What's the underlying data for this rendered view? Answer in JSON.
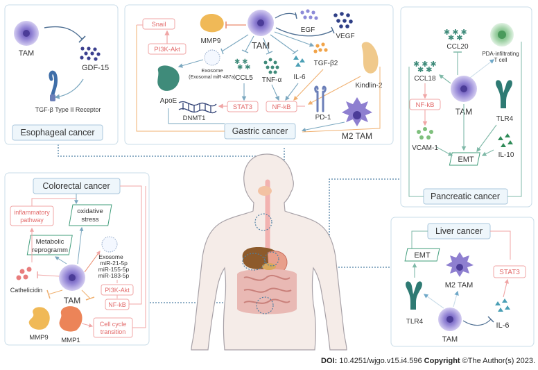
{
  "panels": {
    "esophageal": {
      "title": "Esophageal cancer",
      "tam": "TAM",
      "gdf": "GDF-15",
      "receptor": "TGF-β Type II Receptor"
    },
    "gastric": {
      "title": "Gastric cancer",
      "tam": "TAM",
      "snail": "Snail",
      "pi3k": "PI3K-Akt",
      "mmp9": "MMP9",
      "exosome": "Exosome",
      "exosome_sub": "(Exosomal miR-487a)",
      "apoe": "ApoE",
      "ccl5": "CCL5",
      "tnf": "TNF-α",
      "il6": "IL-6",
      "tgfb2": "TGF-β2",
      "egf": "EGF",
      "vegf": "VEGF",
      "kindlin": "Kindlin-2",
      "stat3": "STAT3",
      "nfkb": "NF-kB",
      "dnmt1": "DNMT1",
      "pd1": "PD-1",
      "m2tam": "M2 TAM"
    },
    "pancreatic": {
      "title": "Pancreatic cancer",
      "ccl20": "CCL20",
      "pda": "PDA-infiltrating",
      "pda2": "T cell",
      "ccl18": "CCL18",
      "tam": "TAM",
      "tlr4": "TLR4",
      "nfkb": "NF-kB",
      "vcam": "VCAM-1",
      "emt": "EMT",
      "il10": "IL-10"
    },
    "colorectal": {
      "title": "Colorectal cancer",
      "inflam1": "inflammatory",
      "inflam2": "pathway",
      "oxid1": "oxidative",
      "oxid2": "stress",
      "metab1": "Metabolic",
      "metab2": "reprogramm",
      "exosome": "Exosome",
      "mir1": "miR-21-5p",
      "mir2": "miR-155-5p",
      "mir3": "miR-183-5p",
      "cathel": "Cathelicidin",
      "tam": "TAM",
      "pi3k": "PI3K-Akt",
      "nfkb": "NF-kB",
      "mmp9": "MMP9",
      "mmp1": "MMP1",
      "cycle1": "Cell cycle",
      "cycle2": "transition"
    },
    "liver": {
      "title": "Liver cancer",
      "emt": "EMT",
      "m2tam": "M2 TAM",
      "stat3": "STAT3",
      "tlr4": "TLR4",
      "il6": "IL-6",
      "tam": "TAM"
    }
  },
  "footer": {
    "doi_label": "DOI:",
    "doi": "10.4251/wjgo.v15.i4.596",
    "copyright_label": "Copyright",
    "copyright": "©The Author(s) 2023."
  },
  "colors": {
    "panel_border": "#c9dce8",
    "title_fill": "#eef6fb",
    "tam_fill": "#9b8fd6",
    "pink_border": "#f0a5a5",
    "pink_text": "#e26a6a",
    "green_border": "#3f9c7a"
  }
}
